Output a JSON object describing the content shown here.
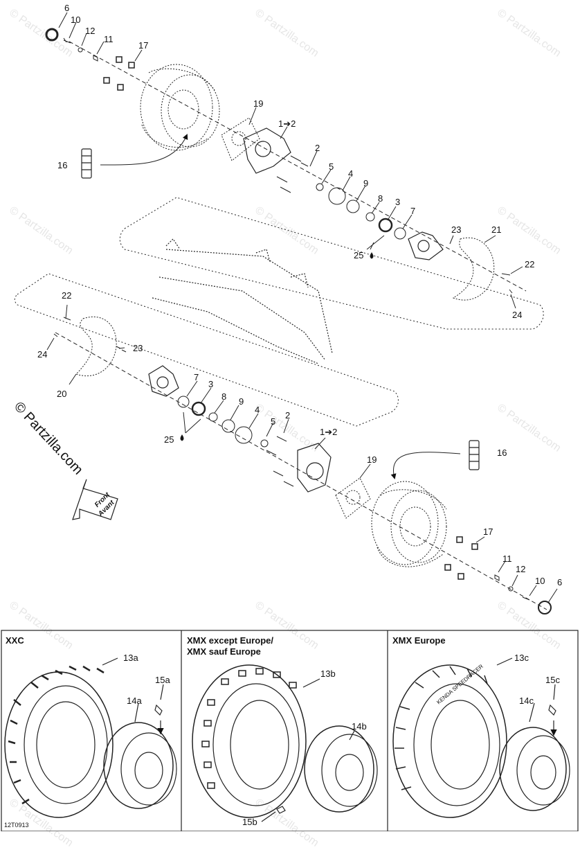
{
  "watermark": {
    "small": "© Partzilla.com",
    "large": "© Partzilla.com"
  },
  "diagram_code": "12T0913",
  "front_arrow": {
    "line1": "Front",
    "line2": "Avant"
  },
  "callouts": {
    "c6": "6",
    "c10": "10",
    "c12": "12",
    "c11": "11",
    "c17": "17",
    "c19": "19",
    "c1to2": "1➔2",
    "c2": "2",
    "c16": "16",
    "c5": "5",
    "c4": "4",
    "c9": "9",
    "c8": "8",
    "c3": "3",
    "c7": "7",
    "c25": "25",
    "c23": "23",
    "c21": "21",
    "c22": "22",
    "c24": "24",
    "c20": "20"
  },
  "panels": {
    "xxc": {
      "title": "XXC",
      "tire": "13a",
      "rim": "14a",
      "valve": "15a"
    },
    "xmx_ex": {
      "title_line1": "XMX except Europe/",
      "title_line2": "XMX sauf Europe",
      "tire": "13b",
      "rim": "14b",
      "valve": "15b"
    },
    "xmx_eu": {
      "title": "XMX Europe",
      "tire": "13c",
      "rim": "14c",
      "valve": "15c",
      "tire_brand": "KENDA SPEEDRACER"
    }
  }
}
